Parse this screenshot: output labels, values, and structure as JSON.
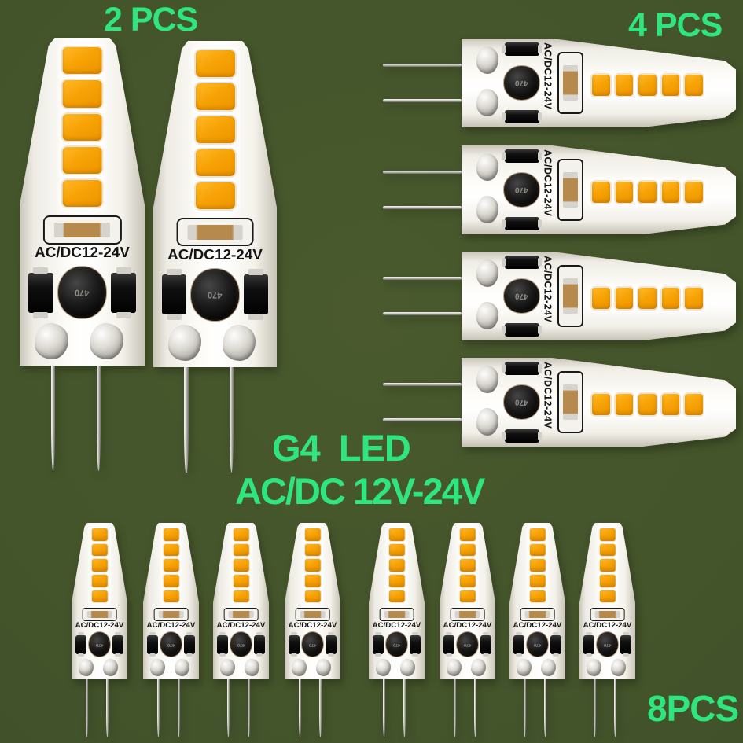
{
  "page": {
    "background_color": "#42522a",
    "accent_green": "#2fe57e"
  },
  "title": {
    "line1": "G4  LED",
    "line2": "AC/DC 12V-24V"
  },
  "packs": {
    "pack2": {
      "label": "2 PCS",
      "count": 2
    },
    "pack4": {
      "label": "4 PCS",
      "count": 4
    },
    "pack8": {
      "label": "8PCS",
      "count": 8
    }
  },
  "bulb": {
    "print_label": "AC/DC12-24V",
    "inductor_label": "470",
    "led_count_per_bulb": 5,
    "led_color": "#f7a306"
  }
}
